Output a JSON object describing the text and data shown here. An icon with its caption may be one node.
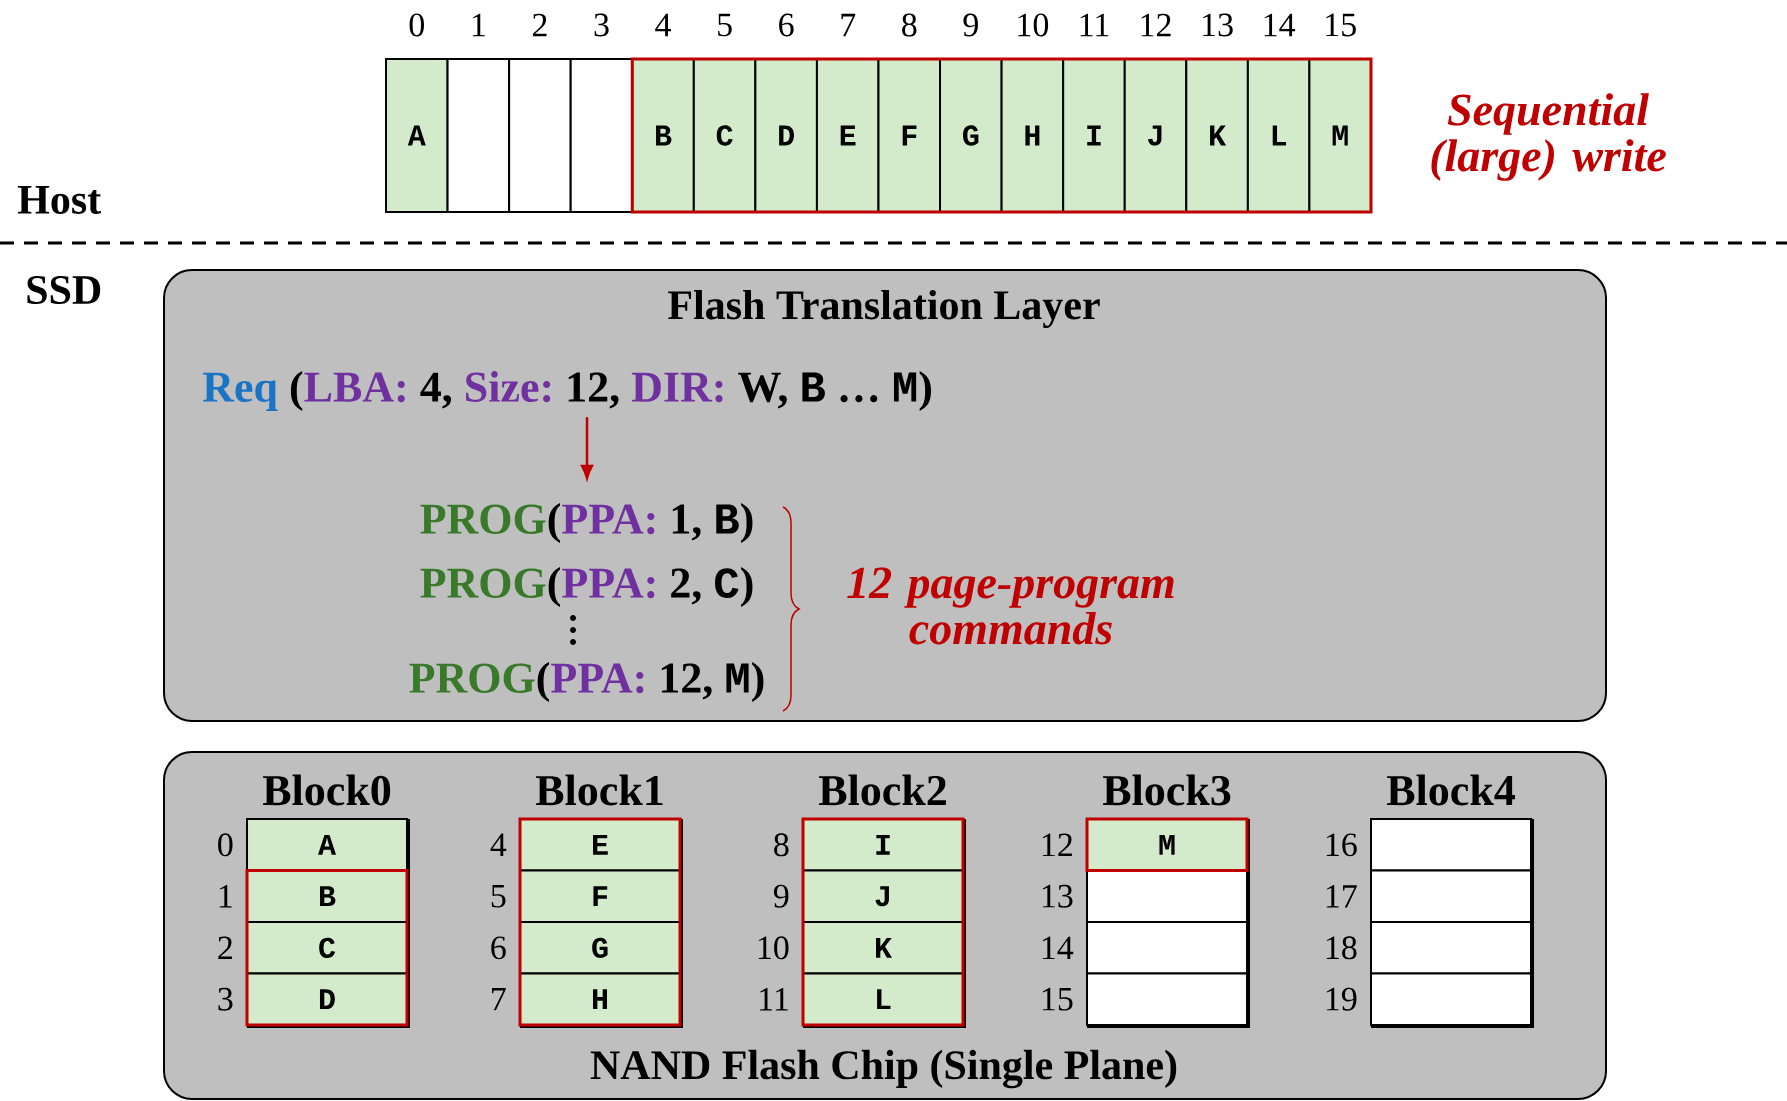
{
  "diagram": {
    "nodes": [
      {
        "text": [
          "A"
        ],
        "beside": [
          "0"
        ]
      },
      {
        "text": [],
        "shape": "box",
        "beside": [
          "1"
        ]
      },
      {
        "text": [],
        "shape": "box",
        "beside": [
          "2"
        ]
      },
      {
        "text": [],
        "shape": "box",
        "beside": [
          "3"
        ]
      },
      {
        "text": [
          "B"
        ],
        "beside": [
          "4"
        ]
      },
      {
        "text": [
          "C"
        ],
        "beside": [
          "5"
        ]
      },
      {
        "text": [
          "D"
        ],
        "beside": [
          "6"
        ]
      },
      {
        "text": [
          "E"
        ],
        "beside": [
          "7"
        ]
      },
      {
        "text": [
          "F"
        ],
        "beside": [
          "8"
        ]
      },
      {
        "text": [
          "G"
        ],
        "beside": [
          "9"
        ]
      },
      {
        "text": [
          "H"
        ],
        "beside": [
          "10"
        ]
      },
      {
        "text": [
          "I"
        ],
        "beside": [
          "11"
        ]
      },
      {
        "text": [
          "J"
        ],
        "beside": [
          "12"
        ]
      },
      {
        "text": [
          "K"
        ],
        "beside": [
          "13"
        ]
      },
      {
        "text": [
          "L"
        ],
        "beside": [
          "14"
        ]
      },
      {
        "text": [
          "M"
        ],
        "beside": [
          "15"
        ]
      },
      {
        "text": [
          "Flash Translation Layer"
        ]
      },
      {
        "text": [
          "Req",
          "(",
          "LBA:",
          "4,",
          "Size:",
          "12,",
          "DIR:",
          "W,",
          "B",
          "…",
          "M",
          ")"
        ],
        "in": 16
      },
      {
        "text": [
          "PROG",
          "(",
          "PPA:",
          "1,",
          "B",
          ")"
        ],
        "in": 16
      },
      {
        "text": [
          "PROG",
          "(",
          "PPA:",
          "2,",
          "C",
          ")"
        ],
        "in": 16
      },
      {
        "text": [
          "PROG",
          "(",
          "PPA:",
          "12,",
          "M",
          ")"
        ],
        "in": 16
      },
      {
        "text": [
          "NAND Flash Chip (Single Plane)"
        ]
      },
      {
        "text": [
          "Block0"
        ],
        "in": 21
      },
      {
        "text": [
          "A"
        ],
        "in": 22,
        "beside": [
          "0"
        ]
      },
      {
        "text": [
          "B"
        ],
        "in": 22,
        "beside": [
          "1"
        ]
      },
      {
        "text": [
          "C"
        ],
        "in": 22,
        "beside": [
          "2"
        ]
      },
      {
        "text": [
          "D"
        ],
        "in": 22,
        "beside": [
          "3"
        ]
      },
      {
        "text": [
          "Block1"
        ],
        "in": 21
      },
      {
        "text": [
          "E"
        ],
        "in": 27,
        "beside": [
          "4"
        ]
      },
      {
        "text": [
          "F"
        ],
        "in": 27,
        "beside": [
          "5"
        ]
      },
      {
        "text": [
          "G"
        ],
        "in": 27,
        "beside": [
          "6"
        ]
      },
      {
        "text": [
          "H"
        ],
        "in": 27,
        "beside": [
          "7"
        ]
      },
      {
        "text": [
          "Block2"
        ],
        "in": 21
      },
      {
        "text": [
          "I"
        ],
        "in": 32,
        "beside": [
          "8"
        ]
      },
      {
        "text": [
          "J"
        ],
        "in": 32,
        "beside": [
          "9"
        ]
      },
      {
        "text": [
          "K"
        ],
        "in": 32,
        "beside": [
          "10"
        ]
      },
      {
        "text": [
          "L"
        ],
        "in": 32,
        "beside": [
          "11"
        ]
      },
      {
        "text": [
          "Block3"
        ],
        "in": 21
      },
      {
        "text": [
          "M"
        ],
        "in": 37,
        "beside": [
          "12"
        ]
      },
      {
        "text": [],
        "shape": "box",
        "in": 37,
        "beside": [
          "13"
        ]
      },
      {
        "text": [],
        "shape": "box",
        "in": 37,
        "beside": [
          "14"
        ]
      },
      {
        "text": [],
        "shape": "box",
        "in": 37,
        "beside": [
          "15"
        ]
      },
      {
        "text": [
          "Block4"
        ],
        "in": 21
      },
      {
        "text": [],
        "shape": "box",
        "in": 42,
        "beside": [
          "16"
        ]
      },
      {
        "text": [],
        "shape": "box",
        "in": 42,
        "beside": [
          "17"
        ]
      },
      {
        "text": [],
        "shape": "box",
        "in": 42,
        "beside": [
          "18"
        ]
      },
      {
        "text": [],
        "shape": "box",
        "in": 42,
        "beside": [
          "19"
        ]
      }
    ],
    "edges": [
      {
        "from": 17,
        "to": 18,
        "arrow": "to"
      }
    ],
    "labels": [
      "Sequential (large) write",
      "Host",
      "SSD",
      "12 page-program commands"
    ]
  }
}
